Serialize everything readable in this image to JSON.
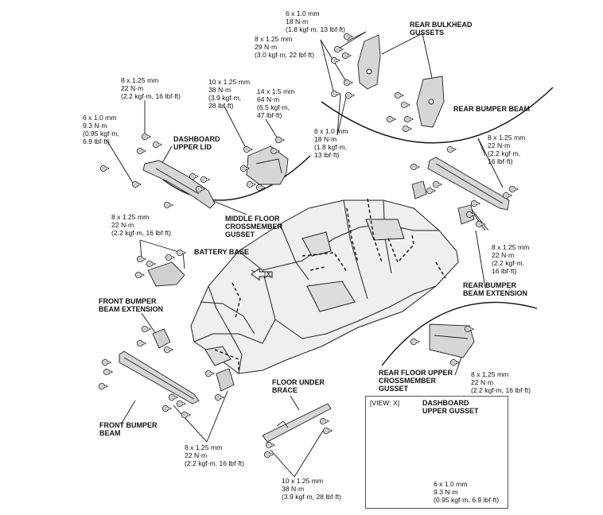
{
  "labels": {
    "rear_bulkhead_gussets": "REAR BULKHEAD\nGUSSETS",
    "rear_bumper_beam": "REAR BUMPER BEAM",
    "rear_bumper_beam_extension": "REAR BUMPER\nBEAM EXTENSION",
    "rear_floor_upper_crossmember_gusset": "REAR FLOOR UPPER\nCROSSMEMBER\nGUSSET",
    "dashboard_upper_lid": "DASHBOARD\nUPPER LID",
    "middle_floor_crossmember_gusset": "MIDDLE FLOOR\nCROSSMEMBER\nGUSSET",
    "battery_base": "BATTERY BASE",
    "front_bumper_beam_extension": "FRONT BUMPER\nBEAM EXTENSION",
    "front_bumper_beam": "FRONT BUMPER\nBEAM",
    "floor_under_brace": "FLOOR UNDER\nBRACE",
    "view_x_callout": "[X]",
    "view_x_title": "[VIEW: X]",
    "dashboard_upper_gusset": "DASHBOARD\nUPPER GUSSET"
  },
  "specs": {
    "s_6x10_top": "6 x 1.0 mm\n18 N·m\n(1.8 kgf·m, 13 lbf·ft)",
    "s_8x125_29": "8 x 1.25 mm\n29 N·m\n(3.0 kgf·m, 22 lbf·ft)",
    "s_8x125_dash": "8 x 1.25 mm\n22 N·m\n(2.2 kgf·m, 16 lbf·ft)",
    "s_6x10_93_left": "6 x 1.0 mm\n9.3 N·m\n(0.95 kgf·m,\n6.9 lbf·ft)",
    "s_10x125_38_mid": "10 x 1.25 mm\n38 N·m\n(3.9 kgf·m,\n28 lbf·ft)",
    "s_14x15_64": "14 x 1.5 mm\n64 N·m\n(6.5 kgf·m,\n47 lbf·ft)",
    "s_6x10_18_mid": "6 x 1.0 mm\n18 N·m\n(1.8 kgf·m,\n13 lbf·ft)",
    "s_8x125_rear_upper": "8 x 1.25 mm\n22 N·m\n(2.2 kgf·m,\n16 lbf·ft)",
    "s_8x125_rear_lower": "8 x 1.25 mm\n22 N·m\n(2.2 kgf·m,\n16 lbf·ft)",
    "s_8x125_battery": "8 x 1.25 mm\n22 N·m\n(2.2 kgf·m, 16 lbf·ft)",
    "s_8x125_rear_floor": "8 x 1.25 mm\n22 N·m\n(2.2 kgf·m, 16 lbf·ft)",
    "s_8x125_front": "8 x 1.25 mm\n22 N·m\n(2.2 kgf·m, 16 lbf·ft)",
    "s_10x125_38_brace": "10 x 1.25 mm\n38 N·m\n(3.9 kgf·m, 28 lbf·ft)",
    "s_6x10_93_view": "6 x 1.0 mm\n9.3 N·m\n(0.95 kgf·m, 6.9 lbf·ft)"
  },
  "colors": {
    "line": "#222222",
    "body_fill": "#e8e8e8",
    "part_fill": "#d0d0d0",
    "view_fill": "#bdbdbd"
  }
}
